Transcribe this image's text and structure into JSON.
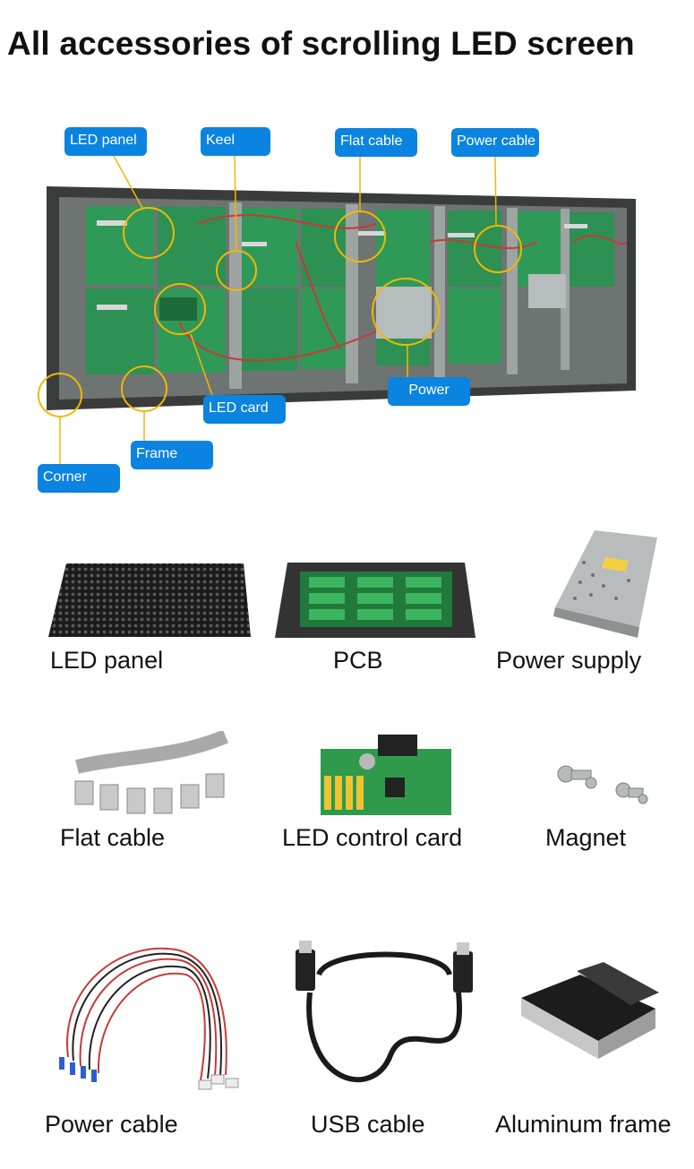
{
  "page": {
    "title": "All accessories of scrolling LED screen"
  },
  "diagram": {
    "callouts": {
      "led_panel": "LED panel",
      "keel": "Keel",
      "flat_cable": "Flat cable",
      "power_cable": "Power cable",
      "power": "Power",
      "led_card": "LED card",
      "frame": "Frame",
      "corner": "Corner"
    },
    "colors": {
      "callout": "#0a84e0",
      "ring": "#f2b705",
      "led_green": "#2f9a58",
      "frame": "#3a3c3b"
    }
  },
  "accessories": {
    "row1": [
      "LED panel",
      "PCB",
      "Power supply"
    ],
    "row2": [
      "Flat cable",
      "LED control card",
      "Magnet"
    ],
    "row3": [
      "Power cable",
      "USB cable",
      "Aluminum frame"
    ]
  }
}
